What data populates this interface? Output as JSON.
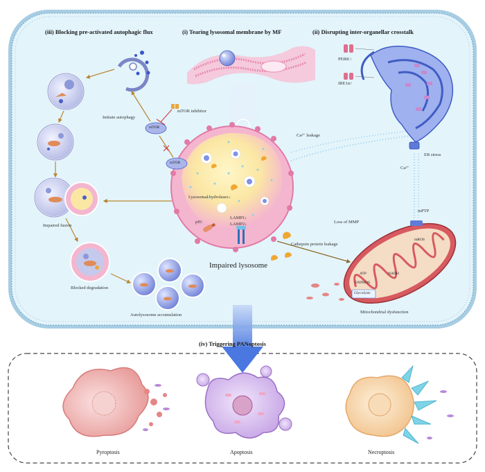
{
  "headings": {
    "iii": "(iii) Blocking pre-activated autophagic flux",
    "i": "(i) Tearing lysosomal membrane by MF",
    "ii": "(ii) Disrupting inter-organellar crosstalk",
    "iv": "(iv) Triggering PANoptosis"
  },
  "autophagy": {
    "initiate": "Initiate autophagy",
    "mtor_inhibitor": "mTOR inhibitor",
    "mtor_top": "mTOR",
    "mtor_bottom": "mTOR",
    "impaired_fusion": "Impaired fusion",
    "blocked_degradation": "Blocked degradation",
    "accumulation": "Autolysosome accumulation"
  },
  "lysosome": {
    "hydrolases": "Lysosomal hydrolases↓",
    "ph": "pH↑",
    "lamp1": "LAMP1↓",
    "lamp2": "LAMP2↓",
    "title": "Impaired lysosome",
    "ca_leakage": "Ca²⁺ leakage",
    "cathepsin": "Cathepsin protein leakage"
  },
  "er": {
    "perk": "PERK↑",
    "ire1a": "IRE1α↑",
    "stress": "ER stress",
    "ca": "Ca²⁺"
  },
  "mito": {
    "mptp": "mPTP",
    "loss_mmp": "Loss of MMP",
    "ros": "mROS",
    "atp": "ATP",
    "nadh": "NADH",
    "oxphos": "OXPHOS",
    "glycolysis": "Glycolysis",
    "dysfunction": "Mitochondrial dysfunction"
  },
  "panoptosis": {
    "pyroptosis": "Pyroptosis",
    "apoptosis": "Apoptosis",
    "necroptosis": "Necroptosis"
  },
  "colors": {
    "cell_fill": "#e3f4fb",
    "lysosome_pink": "#f4b6cf",
    "er_blue": "#5f7bd8",
    "mito_red": "#c9484f",
    "arrow_brown": "#b8862f"
  }
}
